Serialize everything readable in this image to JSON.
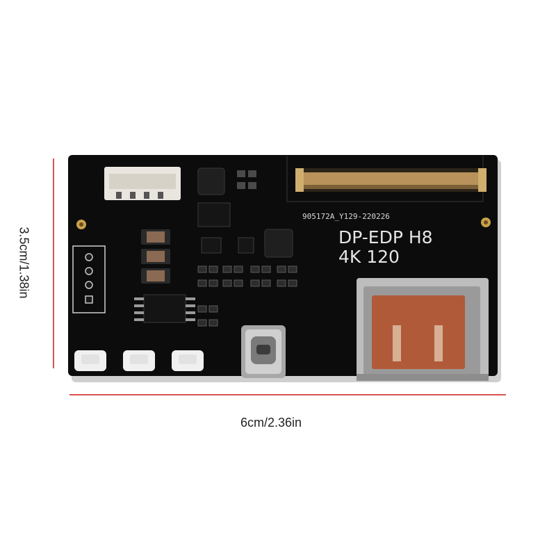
{
  "dimensions": {
    "height_label": "3.5cm/1.38in",
    "width_label": "6cm/2.36in"
  },
  "board": {
    "part_code": "905172A_Y129-220226",
    "model_line1": "DP-EDP H8",
    "model_line2": "4K 120"
  },
  "colors": {
    "pcb": "#0c0c0c",
    "dimension_line": "#d9534f",
    "connector_gold": "#b8925a",
    "port_copper": "#b05a3a"
  }
}
